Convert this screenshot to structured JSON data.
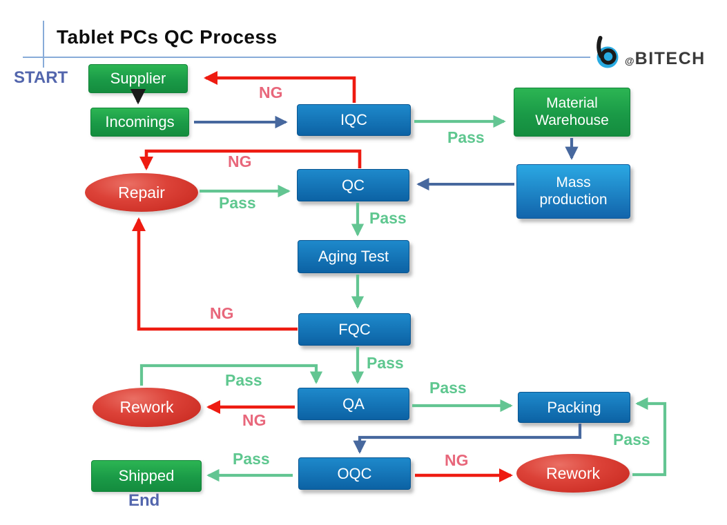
{
  "header": {
    "title": "Tablet PCs QC Process",
    "logo": {
      "icon": "b-logo-icon",
      "at_symbol": "@",
      "brand": "BITECH"
    }
  },
  "flow": {
    "start_label": "START",
    "end_label": "End",
    "nodes": {
      "supplier": {
        "label": "Supplier",
        "shape": "rect",
        "color": "green"
      },
      "incomings": {
        "label": "Incomings",
        "shape": "rect",
        "color": "green"
      },
      "iqc": {
        "label": "IQC",
        "shape": "rect",
        "color": "blue"
      },
      "material_warehouse": {
        "label": "Material Warehouse",
        "shape": "rect",
        "color": "green"
      },
      "mass_production": {
        "label": "Mass production",
        "shape": "rect",
        "color": "cyan-blue"
      },
      "qc": {
        "label": "QC",
        "shape": "rect",
        "color": "blue"
      },
      "repair": {
        "label": "Repair",
        "shape": "ellipse",
        "color": "red"
      },
      "aging_test": {
        "label": "Aging Test",
        "shape": "rect",
        "color": "blue"
      },
      "fqc": {
        "label": "FQC",
        "shape": "rect",
        "color": "blue"
      },
      "qa": {
        "label": "QA",
        "shape": "rect",
        "color": "blue"
      },
      "packing": {
        "label": "Packing",
        "shape": "rect",
        "color": "blue"
      },
      "rework_left": {
        "label": "Rework",
        "shape": "ellipse",
        "color": "red"
      },
      "oqc": {
        "label": "OQC",
        "shape": "rect",
        "color": "blue"
      },
      "shipped": {
        "label": "Shipped",
        "shape": "rect",
        "color": "green"
      },
      "rework_right": {
        "label": "Rework",
        "shape": "ellipse",
        "color": "red"
      }
    },
    "edge_labels": {
      "iqc_to_supplier_ng": "NG",
      "iqc_to_warehouse_pass": "Pass",
      "qc_to_repair_ng": "NG",
      "repair_to_qc_pass": "Pass",
      "qc_to_aging_pass": "Pass",
      "fqc_to_repair_ng": "NG",
      "fqc_to_qa_pass": "Pass",
      "rework_to_qa_pass": "Pass",
      "qa_to_rework_ng": "NG",
      "qa_to_packing_pass": "Pass",
      "oqc_to_shipped_pass": "Pass",
      "oqc_to_rework_ng": "NG",
      "rework_to_packing_pass": "Pass"
    }
  },
  "colors": {
    "pass_green_label": "#5ec78f",
    "arrow_green": "#63c592",
    "ng_red_label": "#e8677b",
    "arrow_red": "#ee1b11",
    "arrow_slate_blue": "#47689e",
    "arrow_black": "#1a1a1a",
    "box_green": "#1a9a47",
    "box_blue": "#0c62a4",
    "box_cyan_blue": "#1264ab",
    "ellipse_red": "#d93a30",
    "start_end_blue": "#5366ad",
    "rule_light_blue": "#87abd8",
    "logo_blue": "#29abe2"
  }
}
